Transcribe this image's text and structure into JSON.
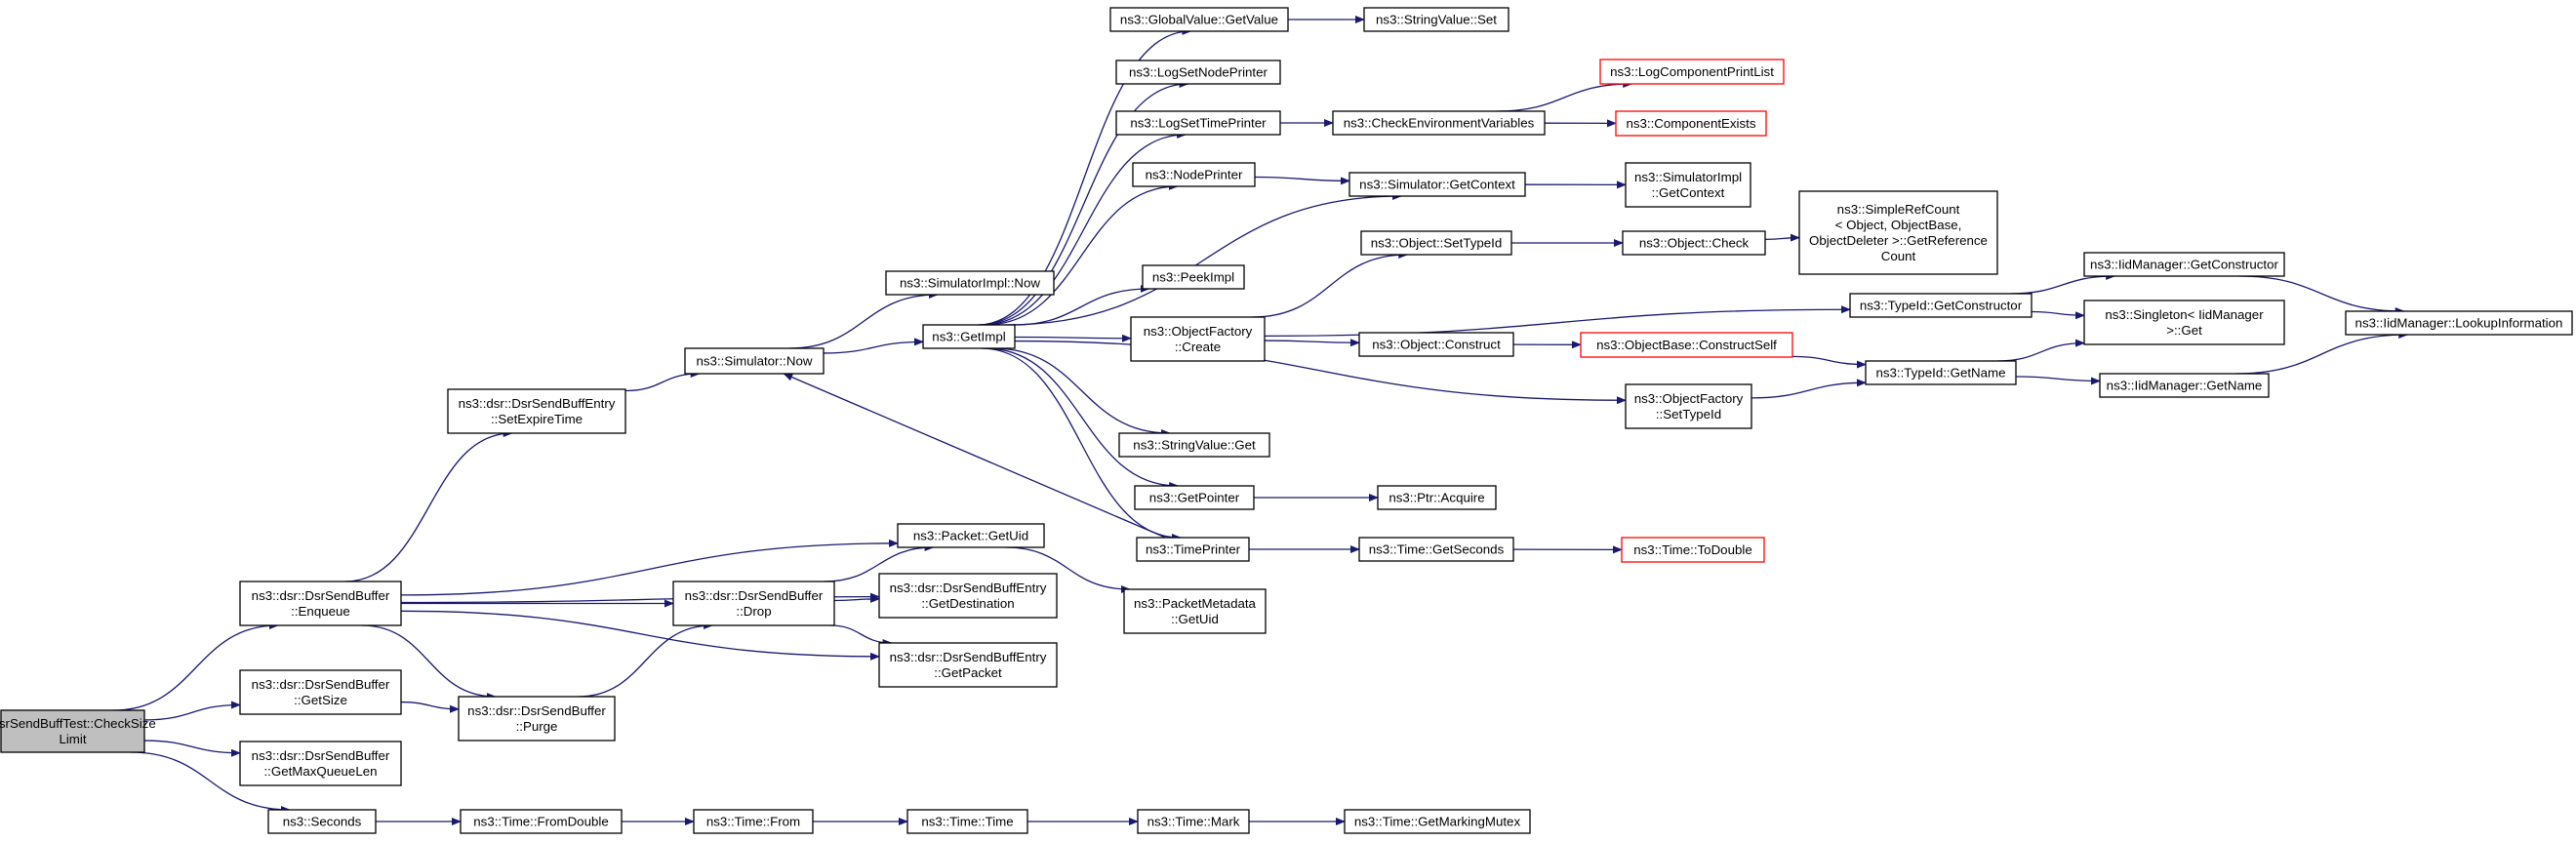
{
  "graph": {
    "type": "call-graph",
    "edge_color": "#191970",
    "external_border_color": "#ff0000",
    "root_fill_color": "#bfbfbf",
    "nodes": [
      {
        "id": "root",
        "lines": [
          "DsrSendBuffTest::CheckSize",
          "Limit"
        ],
        "style": "root"
      },
      {
        "id": "enqueue",
        "lines": [
          "ns3::dsr::DsrSendBuffer",
          "::Enqueue"
        ]
      },
      {
        "id": "getsize",
        "lines": [
          "ns3::dsr::DsrSendBuffer",
          "::GetSize"
        ]
      },
      {
        "id": "getmaxq",
        "lines": [
          "ns3::dsr::DsrSendBuffer",
          "::GetMaxQueueLen"
        ]
      },
      {
        "id": "seconds",
        "lines": [
          "ns3::Seconds"
        ]
      },
      {
        "id": "setexpire",
        "lines": [
          "ns3::dsr::DsrSendBuffEntry",
          "::SetExpireTime"
        ]
      },
      {
        "id": "purge",
        "lines": [
          "ns3::dsr::DsrSendBuffer",
          "::Purge"
        ]
      },
      {
        "id": "fromdouble",
        "lines": [
          "ns3::Time::FromDouble"
        ]
      },
      {
        "id": "simnow",
        "lines": [
          "ns3::Simulator::Now"
        ]
      },
      {
        "id": "drop",
        "lines": [
          "ns3::dsr::DsrSendBuffer",
          "::Drop"
        ]
      },
      {
        "id": "timefrom",
        "lines": [
          "ns3::Time::From"
        ]
      },
      {
        "id": "simimplnow",
        "lines": [
          "ns3::SimulatorImpl::Now"
        ]
      },
      {
        "id": "getimpl",
        "lines": [
          "ns3::GetImpl"
        ]
      },
      {
        "id": "pktgetuid",
        "lines": [
          "ns3::Packet::GetUid"
        ]
      },
      {
        "id": "getdest",
        "lines": [
          "ns3::dsr::DsrSendBuffEntry",
          "::GetDestination"
        ]
      },
      {
        "id": "getpacket",
        "lines": [
          "ns3::dsr::DsrSendBuffEntry",
          "::GetPacket"
        ]
      },
      {
        "id": "timetime",
        "lines": [
          "ns3::Time::Time"
        ]
      },
      {
        "id": "gvgetvalue",
        "lines": [
          "ns3::GlobalValue::GetValue"
        ]
      },
      {
        "id": "logsetnode",
        "lines": [
          "ns3::LogSetNodePrinter"
        ]
      },
      {
        "id": "logsettime",
        "lines": [
          "ns3::LogSetTimePrinter"
        ]
      },
      {
        "id": "nodeprinter",
        "lines": [
          "ns3::NodePrinter"
        ]
      },
      {
        "id": "peekimpl",
        "lines": [
          "ns3::PeekImpl"
        ]
      },
      {
        "id": "ofcreate",
        "lines": [
          "ns3::ObjectFactory",
          "::Create"
        ]
      },
      {
        "id": "svget",
        "lines": [
          "ns3::StringValue::Get"
        ]
      },
      {
        "id": "getpointer",
        "lines": [
          "ns3::GetPointer"
        ]
      },
      {
        "id": "timeprinter",
        "lines": [
          "ns3::TimePrinter"
        ]
      },
      {
        "id": "pmgetuid",
        "lines": [
          "ns3::PacketMetadata",
          "::GetUid"
        ]
      },
      {
        "id": "timemark",
        "lines": [
          "ns3::Time::Mark"
        ]
      },
      {
        "id": "svset",
        "lines": [
          "ns3::StringValue::Set"
        ]
      },
      {
        "id": "checkenv",
        "lines": [
          "ns3::CheckEnvironmentVariables"
        ]
      },
      {
        "id": "simgetctx",
        "lines": [
          "ns3::Simulator::GetContext"
        ]
      },
      {
        "id": "objsettypeid",
        "lines": [
          "ns3::Object::SetTypeId"
        ]
      },
      {
        "id": "objconstruct",
        "lines": [
          "ns3::Object::Construct"
        ]
      },
      {
        "id": "ptracquire",
        "lines": [
          "ns3::Ptr::Acquire"
        ]
      },
      {
        "id": "timegetsec",
        "lines": [
          "ns3::Time::GetSeconds"
        ]
      },
      {
        "id": "timegetmutex",
        "lines": [
          "ns3::Time::GetMarkingMutex"
        ]
      },
      {
        "id": "logcomplist",
        "lines": [
          "ns3::LogComponentPrintList"
        ],
        "style": "external"
      },
      {
        "id": "compexists",
        "lines": [
          "ns3::ComponentExists"
        ],
        "style": "external"
      },
      {
        "id": "simimplctx",
        "lines": [
          "ns3::SimulatorImpl",
          "::GetContext"
        ]
      },
      {
        "id": "objcheck",
        "lines": [
          "ns3::Object::Check"
        ]
      },
      {
        "id": "obconstructself",
        "lines": [
          "ns3::ObjectBase::ConstructSelf"
        ],
        "style": "external"
      },
      {
        "id": "ofsettypeid",
        "lines": [
          "ns3::ObjectFactory",
          "::SetTypeId"
        ]
      },
      {
        "id": "todouble",
        "lines": [
          "ns3::Time::ToDouble"
        ],
        "style": "external"
      },
      {
        "id": "refcount",
        "lines": [
          "ns3::SimpleRefCount",
          "< Object, ObjectBase,",
          "ObjectDeleter >::GetReference",
          "Count"
        ]
      },
      {
        "id": "tidgetctor",
        "lines": [
          "ns3::TypeId::GetConstructor"
        ]
      },
      {
        "id": "tidgetname",
        "lines": [
          "ns3::TypeId::GetName"
        ]
      },
      {
        "id": "iidgetctor",
        "lines": [
          "ns3::IidManager::GetConstructor"
        ]
      },
      {
        "id": "singletonget",
        "lines": [
          "ns3::Singleton< IidManager",
          ">::Get"
        ]
      },
      {
        "id": "iidgetname",
        "lines": [
          "ns3::IidManager::GetName"
        ]
      },
      {
        "id": "iidlookup",
        "lines": [
          "ns3::IidManager::LookupInformation"
        ]
      }
    ],
    "edges": [
      [
        "root",
        "enqueue"
      ],
      [
        "root",
        "getsize"
      ],
      [
        "root",
        "getmaxq"
      ],
      [
        "root",
        "seconds"
      ],
      [
        "enqueue",
        "setexpire"
      ],
      [
        "enqueue",
        "pktgetuid"
      ],
      [
        "enqueue",
        "getdest"
      ],
      [
        "enqueue",
        "drop"
      ],
      [
        "enqueue",
        "getpacket"
      ],
      [
        "enqueue",
        "purge"
      ],
      [
        "getsize",
        "purge"
      ],
      [
        "purge",
        "drop"
      ],
      [
        "seconds",
        "fromdouble"
      ],
      [
        "fromdouble",
        "timefrom"
      ],
      [
        "timefrom",
        "timetime"
      ],
      [
        "timetime",
        "timemark"
      ],
      [
        "timemark",
        "timegetmutex"
      ],
      [
        "setexpire",
        "simnow"
      ],
      [
        "simnow",
        "simimplnow"
      ],
      [
        "simnow",
        "getimpl"
      ],
      [
        "drop",
        "pktgetuid"
      ],
      [
        "drop",
        "getdest"
      ],
      [
        "drop",
        "getpacket"
      ],
      [
        "pktgetuid",
        "pmgetuid"
      ],
      [
        "getimpl",
        "gvgetvalue"
      ],
      [
        "getimpl",
        "logsetnode"
      ],
      [
        "getimpl",
        "logsettime"
      ],
      [
        "getimpl",
        "nodeprinter"
      ],
      [
        "getimpl",
        "simgetctx"
      ],
      [
        "getimpl",
        "peekimpl"
      ],
      [
        "getimpl",
        "ofcreate"
      ],
      [
        "getimpl",
        "ofsettypeid"
      ],
      [
        "getimpl",
        "svget"
      ],
      [
        "getimpl",
        "getpointer"
      ],
      [
        "getimpl",
        "timeprinter"
      ],
      [
        "timeprinter",
        "simnow"
      ],
      [
        "timeprinter",
        "timegetsec"
      ],
      [
        "gvgetvalue",
        "svset"
      ],
      [
        "logsettime",
        "checkenv"
      ],
      [
        "checkenv",
        "logcomplist"
      ],
      [
        "checkenv",
        "compexists"
      ],
      [
        "nodeprinter",
        "simgetctx"
      ],
      [
        "simgetctx",
        "simimplctx"
      ],
      [
        "ofcreate",
        "objsettypeid"
      ],
      [
        "ofcreate",
        "tidgetctor"
      ],
      [
        "ofcreate",
        "objconstruct"
      ],
      [
        "objsettypeid",
        "objcheck"
      ],
      [
        "objcheck",
        "refcount"
      ],
      [
        "objconstruct",
        "obconstructself"
      ],
      [
        "obconstructself",
        "tidgetname"
      ],
      [
        "ofsettypeid",
        "tidgetname"
      ],
      [
        "getpointer",
        "ptracquire"
      ],
      [
        "timegetsec",
        "todouble"
      ],
      [
        "tidgetctor",
        "iidgetctor"
      ],
      [
        "tidgetctor",
        "singletonget"
      ],
      [
        "tidgetname",
        "singletonget"
      ],
      [
        "tidgetname",
        "iidgetname"
      ],
      [
        "iidgetctor",
        "iidlookup"
      ],
      [
        "iidgetname",
        "iidlookup"
      ]
    ]
  }
}
